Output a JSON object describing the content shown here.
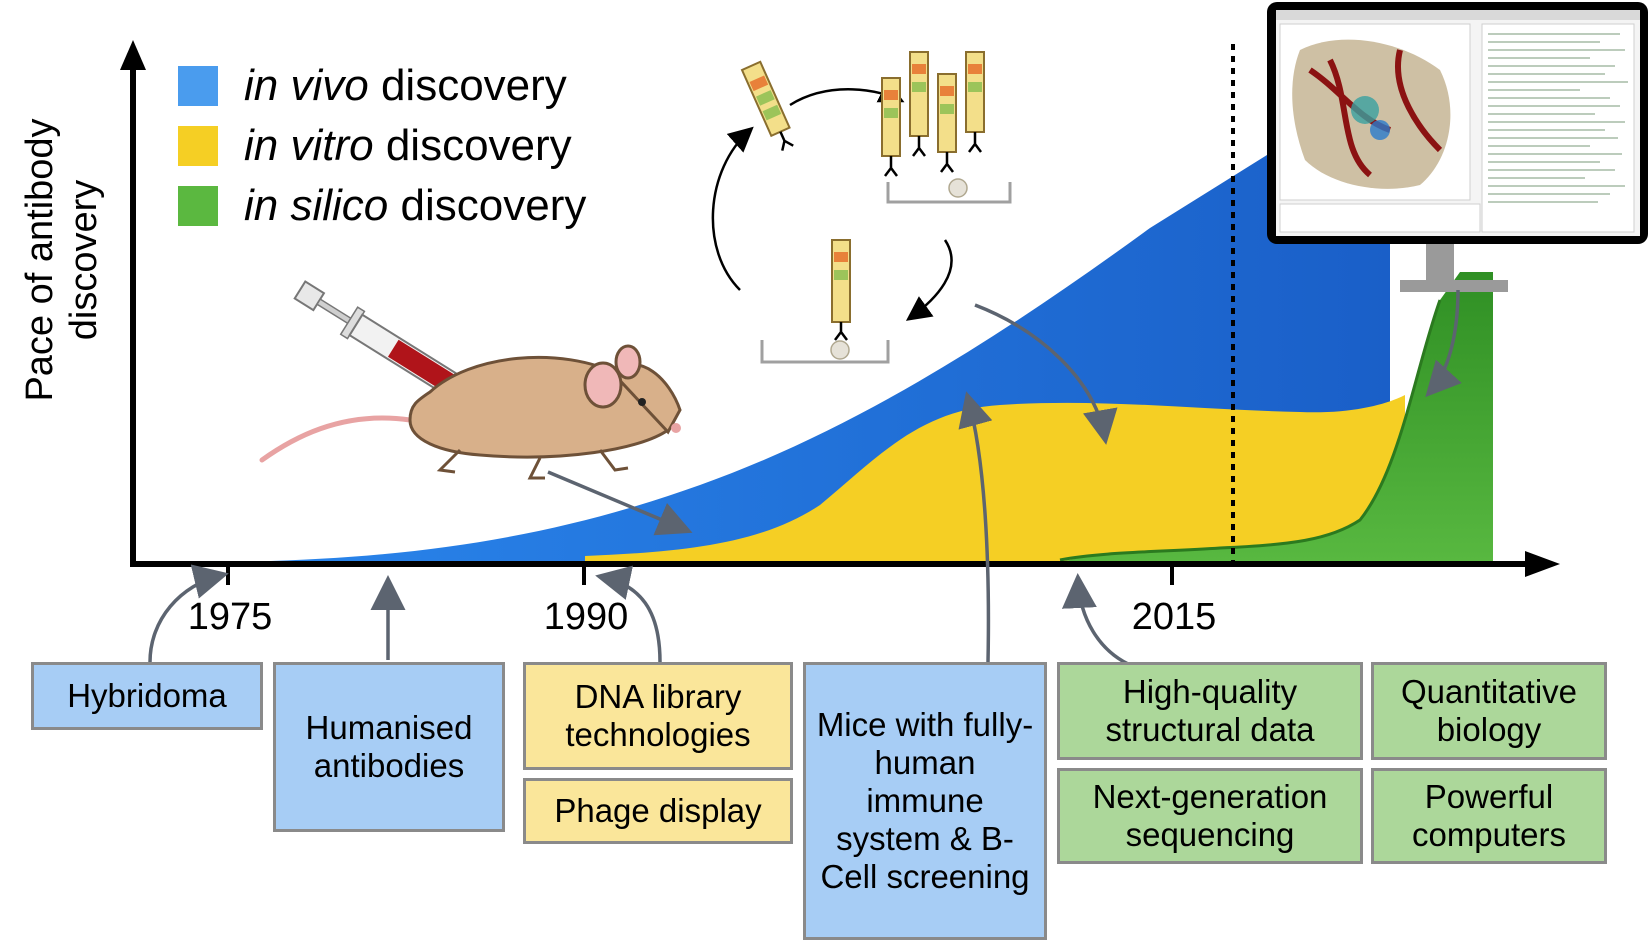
{
  "y_axis_label": "Pace of antibody discovery",
  "legend": [
    {
      "italic": "in vivo",
      "rest": " discovery",
      "color": "#4a9cee"
    },
    {
      "italic": "in vitro",
      "rest": " discovery",
      "color": "#f5cf24"
    },
    {
      "italic": "in silico",
      "rest": " discovery",
      "color": "#5bb840"
    }
  ],
  "years": [
    "1975",
    "1990",
    "2015"
  ],
  "boxes": [
    {
      "id": "hybridoma",
      "text": "Hybridoma",
      "color": "blue"
    },
    {
      "id": "humanised",
      "text": "Humanised antibodies",
      "color": "blue"
    },
    {
      "id": "dna",
      "text": "DNA library technologies",
      "color": "yellow"
    },
    {
      "id": "phage",
      "text": "Phage display",
      "color": "yellow"
    },
    {
      "id": "mice",
      "text": "Mice with fully-human immune system & B-Cell screening",
      "color": "blue"
    },
    {
      "id": "structural",
      "text": "High-quality structural data",
      "color": "green"
    },
    {
      "id": "ngs",
      "text": "Next-generation sequencing",
      "color": "green"
    },
    {
      "id": "quant",
      "text": "Quantitative biology",
      "color": "green"
    },
    {
      "id": "computers",
      "text": "Powerful computers",
      "color": "green"
    }
  ],
  "colors": {
    "blue_area": "#1f6fd6",
    "yellow_area": "#f5cf24",
    "green_area": "#3fa832",
    "arrow": "#5c6470"
  }
}
